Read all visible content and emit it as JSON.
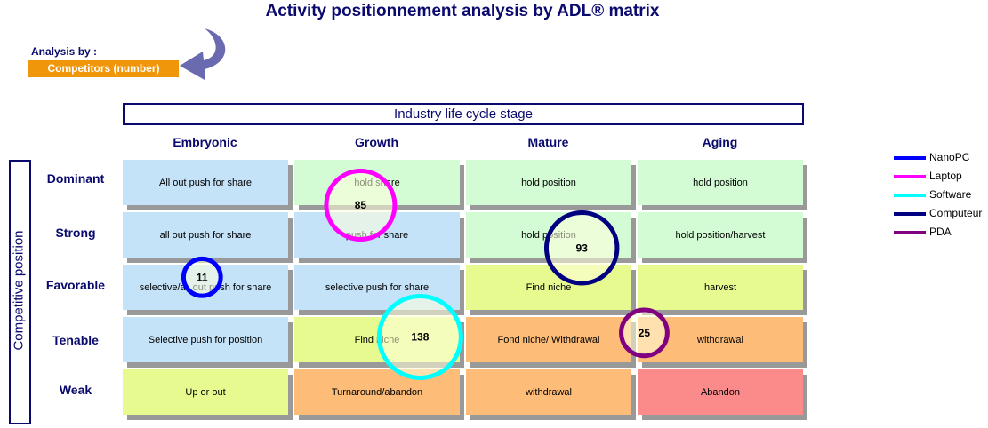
{
  "title": "Activity positionnement analysis by ADL® matrix",
  "analysis": {
    "label": "Analysis by :",
    "value": "Competitors (number)"
  },
  "lifecycle_header": "Industry life cycle stage",
  "competitive_header": "Competitive position",
  "columns": [
    "Embryonic",
    "Growth",
    "Mature",
    "Aging"
  ],
  "rows": [
    "Dominant",
    "Strong",
    "Favorable",
    "Tenable",
    "Weak"
  ],
  "cells": [
    [
      {
        "text": "All out push for share",
        "color": "#c5e3f8"
      },
      {
        "text": "hold share",
        "color": "#d4fcd4"
      },
      {
        "text": "hold position",
        "color": "#d4fcd4"
      },
      {
        "text": "hold position",
        "color": "#d4fcd4"
      }
    ],
    [
      {
        "text": "all out push for share",
        "color": "#c5e3f8"
      },
      {
        "text": "push for share",
        "color": "#c5e3f8"
      },
      {
        "text": "hold position",
        "color": "#d4fcd4"
      },
      {
        "text": "hold position/harvest",
        "color": "#d4fcd4"
      }
    ],
    [
      {
        "text": "selective/all out push for share",
        "color": "#c5e3f8"
      },
      {
        "text": "selective push for share",
        "color": "#c5e3f8"
      },
      {
        "text": "Find niche",
        "color": "#e6fa90"
      },
      {
        "text": "harvest",
        "color": "#e6fa90"
      }
    ],
    [
      {
        "text": "Selective push for position",
        "color": "#c5e3f8"
      },
      {
        "text": "Find niche",
        "color": "#e6fa90"
      },
      {
        "text": "Fond niche/ Withdrawal",
        "color": "#fdbc78"
      },
      {
        "text": "withdrawal",
        "color": "#fdbc78"
      }
    ],
    [
      {
        "text": "Up or out",
        "color": "#e6fa90"
      },
      {
        "text": "Turnaround/abandon",
        "color": "#fdbc78"
      },
      {
        "text": "withdrawal",
        "color": "#fdbc78"
      },
      {
        "text": "Abandon",
        "color": "#fb8a8a"
      }
    ]
  ],
  "chart_data": {
    "type": "scatter",
    "title": "Activity positionnement analysis by ADL® matrix",
    "x_categories": [
      "Embryonic",
      "Growth",
      "Mature",
      "Aging"
    ],
    "y_categories": [
      "Dominant",
      "Strong",
      "Favorable",
      "Tenable",
      "Weak"
    ],
    "series": [
      {
        "name": "NanoPC",
        "color": "#0000ff",
        "value": 11,
        "x": "Embryonic",
        "y": "Favorable",
        "col_pos": 0.48,
        "row_pos": 0.28
      },
      {
        "name": "Laptop",
        "color": "#ff00ff",
        "value": 85,
        "x": "Growth",
        "y": "Dominant",
        "col_pos": 0.4,
        "row_pos": 1.0
      },
      {
        "name": "Software",
        "color": "#00ffff",
        "value": 138,
        "x": "Growth",
        "y": "Tenable",
        "col_pos": 0.76,
        "row_pos": 0.44
      },
      {
        "name": "Computeur",
        "color": "#000080",
        "value": 93,
        "x": "Mature",
        "y": "Strong",
        "col_pos": 0.7,
        "row_pos": 0.79
      },
      {
        "name": "PDA",
        "color": "#800080",
        "value": 25,
        "x": "Aging",
        "y": "Tenable",
        "col_pos": 0.04,
        "row_pos": 0.35
      }
    ]
  }
}
